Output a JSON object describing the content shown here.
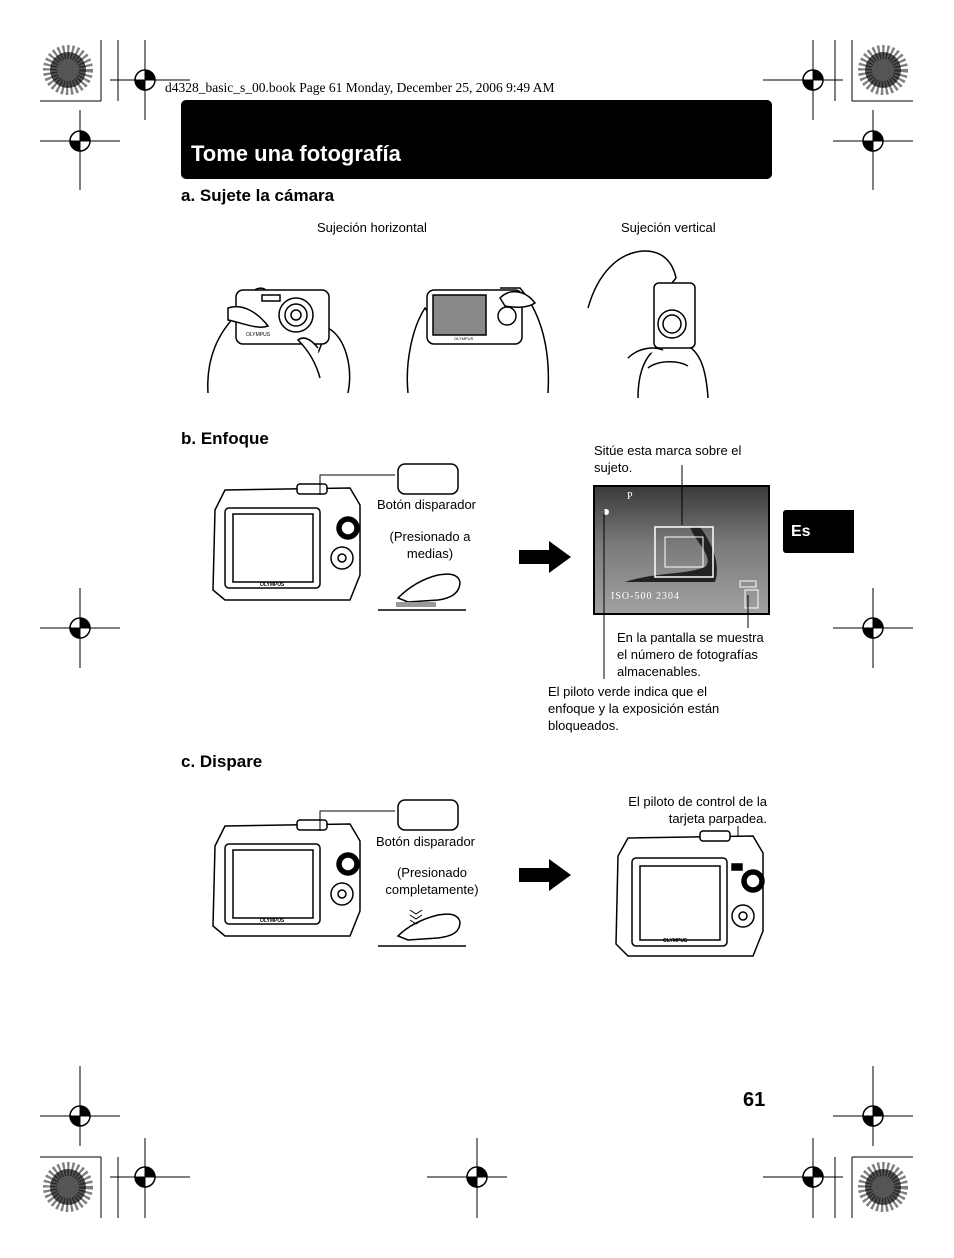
{
  "header": {
    "file_info": "d4328_basic_s_00.book  Page 61  Monday, December 25, 2006  9:49 AM"
  },
  "title": "Tome una fotografía",
  "language_tab": "Es",
  "page_number": "61",
  "section_a": {
    "heading": "a.  Sujete la cámara",
    "horizontal_caption": "Sujeción horizontal",
    "vertical_caption": "Sujeción vertical"
  },
  "section_b": {
    "heading": "b.  Enfoque",
    "shutter_label": "Botón disparador",
    "press_state": "(Presionado a medias)",
    "mark_note": "Sitúe esta marca sobre el sujeto.",
    "screen_note": "En la pantalla se muestra el número de fotografías almacenables.",
    "lamp_note": "El piloto verde indica que el enfoque y la exposición están bloqueados.",
    "screen_mode": "P",
    "screen_status": "ISO-500  2304"
  },
  "section_c": {
    "heading": "c.  Dispare",
    "shutter_label": "Botón disparador",
    "press_state": "(Presionado completamente)",
    "card_note": "El piloto de control de la tarjeta parpadea."
  },
  "brand": "OLYMPUS"
}
